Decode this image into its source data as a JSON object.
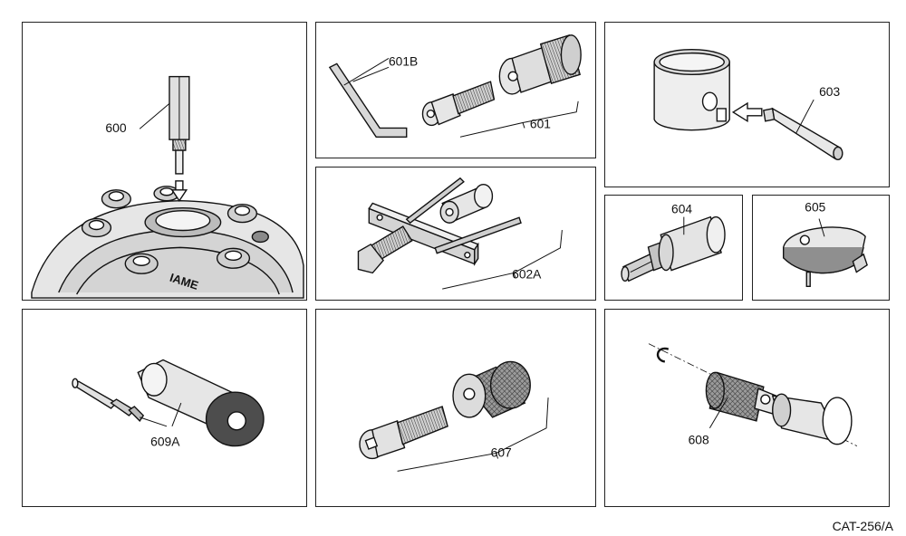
{
  "figure": {
    "catalog_code": "CAT-256/A",
    "brand_mark": "IAME",
    "colors": {
      "ink": "#111111",
      "fill_light": "#dcdcdc",
      "fill_mid": "#bdbdbd",
      "fill_dark": "#8a8a8a",
      "background": "#ffffff"
    }
  },
  "panels": [
    {
      "id": "p600",
      "labels": [
        "600"
      ]
    },
    {
      "id": "p601",
      "labels": [
        "601B",
        "601"
      ]
    },
    {
      "id": "p603",
      "labels": [
        "603"
      ]
    },
    {
      "id": "p602",
      "labels": [
        "602A"
      ]
    },
    {
      "id": "p604",
      "labels": [
        "604"
      ]
    },
    {
      "id": "p605",
      "labels": [
        "605"
      ]
    },
    {
      "id": "p609",
      "labels": [
        "609A"
      ]
    },
    {
      "id": "p607",
      "labels": [
        "607"
      ]
    },
    {
      "id": "p608",
      "labels": [
        "608"
      ]
    }
  ]
}
